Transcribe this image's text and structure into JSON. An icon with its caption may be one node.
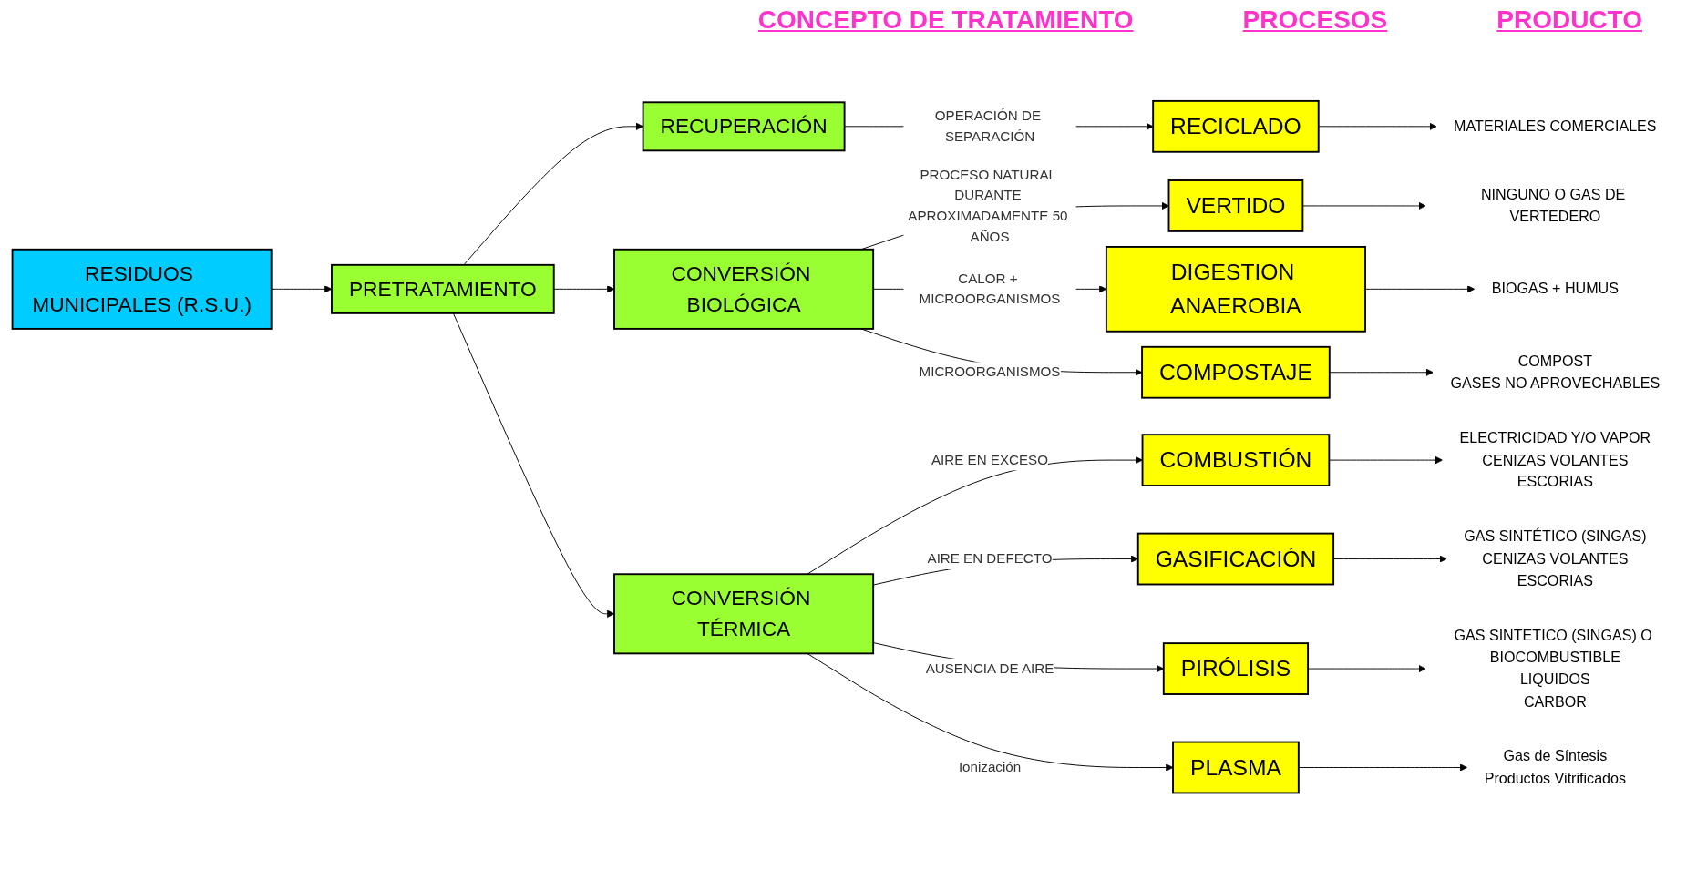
{
  "diagram": {
    "nodes": [
      {
        "text": [
          "RESIDUOS MUNICIPALES (R.S.U.)"
        ]
      },
      {
        "text": [
          "PRETRATAMIENTO"
        ]
      },
      {
        "text": [
          "RECUPERACIÓN"
        ]
      },
      {
        "text": [
          "CONVERSIÓN BIOLÓGICA"
        ]
      },
      {
        "text": [
          "CONVERSIÓN TÉRMICA"
        ]
      },
      {
        "text": [
          "RECICLADO"
        ]
      },
      {
        "text": [
          "VERTIDO"
        ]
      },
      {
        "text": [
          "DIGESTION ANAEROBIA"
        ]
      },
      {
        "text": [
          "COMPOSTAJE"
        ]
      },
      {
        "text": [
          "COMBUSTIÓN"
        ]
      },
      {
        "text": [
          "GASIFICACIÓN"
        ]
      },
      {
        "text": [
          "PIRÓLISIS"
        ]
      },
      {
        "text": [
          "PLASMA"
        ]
      },
      {
        "text": [
          "MATERIALES COMERCIALES"
        ]
      },
      {
        "text": [
          "NINGUNO O GAS DE VERTEDERO"
        ]
      },
      {
        "text": [
          "BIOGAS + HUMUS"
        ]
      },
      {
        "text": [
          "COMPOST",
          "GASES NO APROVECHABLES"
        ]
      },
      {
        "text": [
          "ELECTRICIDAD Y/O VAPOR",
          "CENIZAS VOLANTES",
          "ESCORIAS"
        ]
      },
      {
        "text": [
          "GAS SINTÉTICO (SINGAS)",
          "CENIZAS VOLANTES",
          "ESCORIAS"
        ]
      },
      {
        "text": [
          "GAS SINTETICO (SINGAS) O BIOCOMBUSTIBLE",
          "LIQUIDOS",
          "CARBOR"
        ]
      },
      {
        "text": [
          "Gas de Síntesis",
          "Productos Vitrificados"
        ]
      }
    ],
    "edges": [
      {
        "from": 0,
        "to": 1,
        "arrow": "to"
      },
      {
        "from": 1,
        "to": 2,
        "arrow": "to"
      },
      {
        "from": 1,
        "to": 3,
        "arrow": "to"
      },
      {
        "from": 1,
        "to": 4,
        "arrow": "to"
      },
      {
        "from": 2,
        "to": 5,
        "arrow": "to",
        "label": "OPERACIÓN DE SEPARACIÓN"
      },
      {
        "from": 3,
        "to": 6,
        "arrow": "to",
        "label": "PROCESO NATURAL DURANTE APROXIMADAMENTE 50 AÑOS"
      },
      {
        "from": 3,
        "to": 7,
        "arrow": "to",
        "label": "CALOR + MICROORGANISMOS"
      },
      {
        "from": 3,
        "to": 8,
        "arrow": "to",
        "label": "MICROORGANISMOS"
      },
      {
        "from": 4,
        "to": 9,
        "arrow": "to",
        "label": "AIRE EN EXCESO"
      },
      {
        "from": 4,
        "to": 10,
        "arrow": "to",
        "label": "AIRE EN DEFECTO"
      },
      {
        "from": 4,
        "to": 11,
        "arrow": "to",
        "label": "AUSENCIA DE AIRE"
      },
      {
        "from": 4,
        "to": 12,
        "arrow": "to",
        "label": "Ionización"
      },
      {
        "from": 5,
        "to": 13,
        "arrow": "to"
      },
      {
        "from": 6,
        "to": 14,
        "arrow": "to"
      },
      {
        "from": 7,
        "to": 15,
        "arrow": "to"
      },
      {
        "from": 8,
        "to": 16,
        "arrow": "to"
      },
      {
        "from": 9,
        "to": 17,
        "arrow": "to"
      },
      {
        "from": 10,
        "to": 18,
        "arrow": "to"
      },
      {
        "from": 11,
        "to": 19,
        "arrow": "to"
      },
      {
        "from": 12,
        "to": 20,
        "arrow": "to"
      }
    ],
    "labels": [
      "CONCEPTO DE TRATAMIENTO",
      "PROCESOS",
      "PRODUCTO"
    ]
  }
}
